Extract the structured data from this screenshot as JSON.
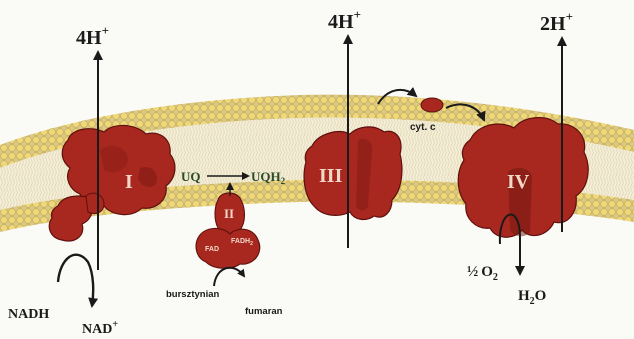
{
  "labels": {
    "proton_I": "4H",
    "proton_III": "4H",
    "proton_IV": "2H",
    "proton_sup": "+",
    "complex_I": "I",
    "complex_II": "II",
    "complex_III": "III",
    "complex_IV": "IV",
    "uq": "UQ",
    "uqh": "UQH",
    "uqh_sub": "2",
    "cyt_c": "cyt. c",
    "fad": "FAD",
    "fadh": "FADH",
    "fadh_sub": "2",
    "nadh": "NADH",
    "nad": "NAD",
    "nad_sup": "+",
    "bursztynian": "bursztynian",
    "fumaran": "fumaran",
    "half": "½",
    "o": "O",
    "o_sub": "2",
    "h": "H",
    "h_sub": "2",
    "water_o": "O"
  },
  "colors": {
    "protein": "#a8281f",
    "protein_dark": "#5e100c",
    "head_group": "#e8d27a",
    "membrane_core": "#f4eccf",
    "arrow": "#1a1a1a"
  }
}
